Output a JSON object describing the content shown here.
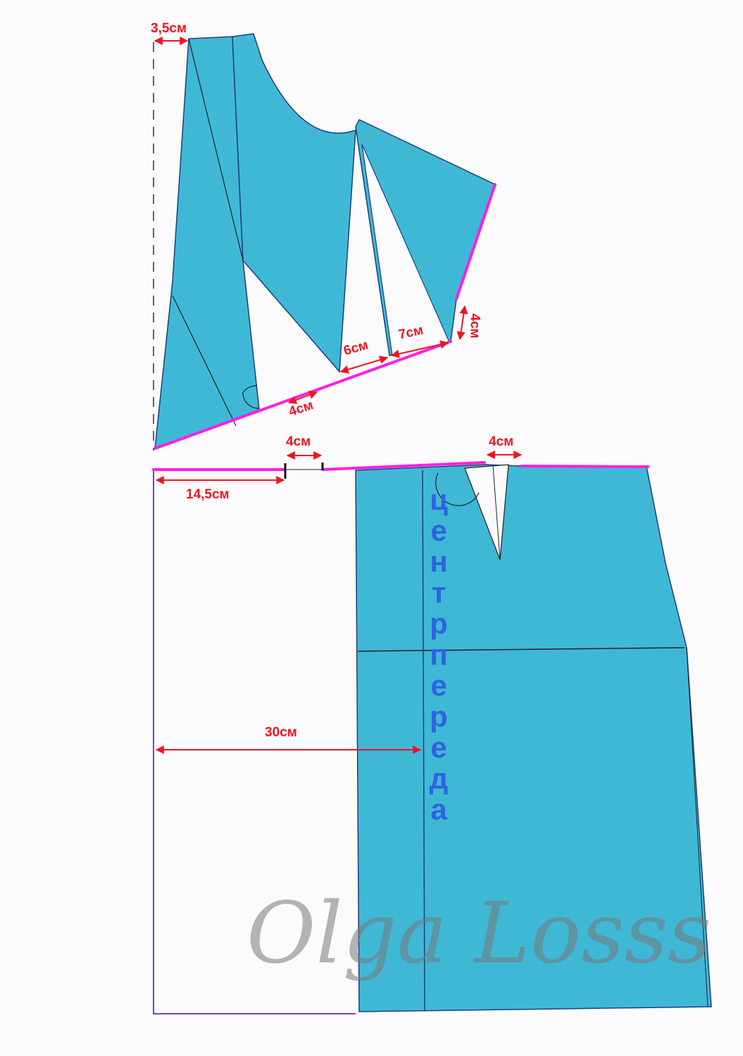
{
  "labels": {
    "top_offset": "3,5см",
    "dart_1": "6см",
    "dart_2": "7см",
    "side_vertical": "4см",
    "lower_gap": "4см",
    "seam_gap_left": "4см",
    "seam_gap_right": "4см",
    "seam_left": "14,5см",
    "width": "30см"
  },
  "center_front_label": "центр переда",
  "watermark": "Olga Losss",
  "colors": {
    "fabric": "#3fb8d6",
    "highlight": "#ff1ee6",
    "dimension": "#f0141e",
    "center_text": "#2f63e0",
    "guide": "#7a3fd0"
  }
}
